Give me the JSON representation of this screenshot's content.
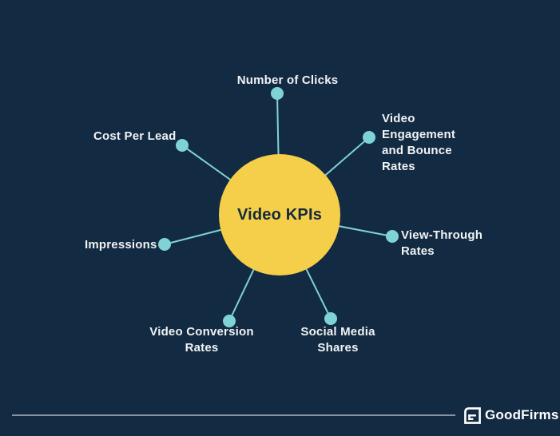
{
  "center": {
    "label": "Video KPIs"
  },
  "kpis": [
    {
      "id": "number-of-clicks",
      "label": "Number of Clicks"
    },
    {
      "id": "video-engagement-and-bounce-rates",
      "label": "Video\nEngagement\nand Bounce\nRates"
    },
    {
      "id": "view-through-rates",
      "label": "View-Through\nRates"
    },
    {
      "id": "social-media-shares",
      "label": "Social Media\nShares"
    },
    {
      "id": "video-conversion-rates",
      "label": "Video Conversion\nRates"
    },
    {
      "id": "impressions",
      "label": "Impressions"
    },
    {
      "id": "cost-per-lead",
      "label": "Cost Per Lead"
    }
  ],
  "footer": {
    "brand": "GoodFirms"
  },
  "colors": {
    "background": "#122A42",
    "hub_circle": "#F5CE4A",
    "spoke": "#7FD3D6",
    "label_text": "#F2F3F4",
    "hub_text": "#14293C",
    "footer_line": "#8A919F",
    "logo": "#FFFFFF"
  }
}
